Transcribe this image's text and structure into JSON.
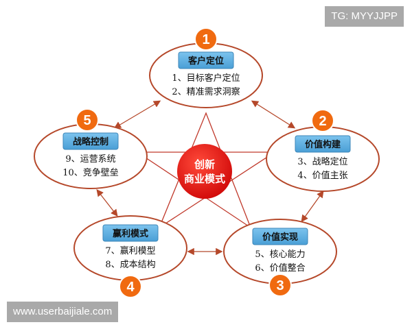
{
  "watermarks": {
    "top": "TG: MYYJJPP",
    "bottom": "www.userbaijiale.com"
  },
  "center": {
    "line1": "创新",
    "line2": "商业模式"
  },
  "colors": {
    "ellipse_border": "#b5482a",
    "badge": "#f06a10",
    "label_box": "#5aaee0",
    "center": "#e41010",
    "star": "#c0392b"
  },
  "nodes": [
    {
      "badge": "1",
      "title": "客户定位",
      "items": [
        "1、目标客户定位",
        "2、精准需求洞察"
      ]
    },
    {
      "badge": "2",
      "title": "价值构建",
      "items": [
        "3、战略定位",
        "4、价值主张"
      ]
    },
    {
      "badge": "3",
      "title": "价值实现",
      "items": [
        "5、核心能力",
        "6、价值整合"
      ]
    },
    {
      "badge": "4",
      "title": "赢利模式",
      "items": [
        "7、赢利模型",
        "8、成本结构"
      ]
    },
    {
      "badge": "5",
      "title": "战略控制",
      "items": [
        "9、运营系统",
        "10、竞争壁垒"
      ]
    }
  ]
}
